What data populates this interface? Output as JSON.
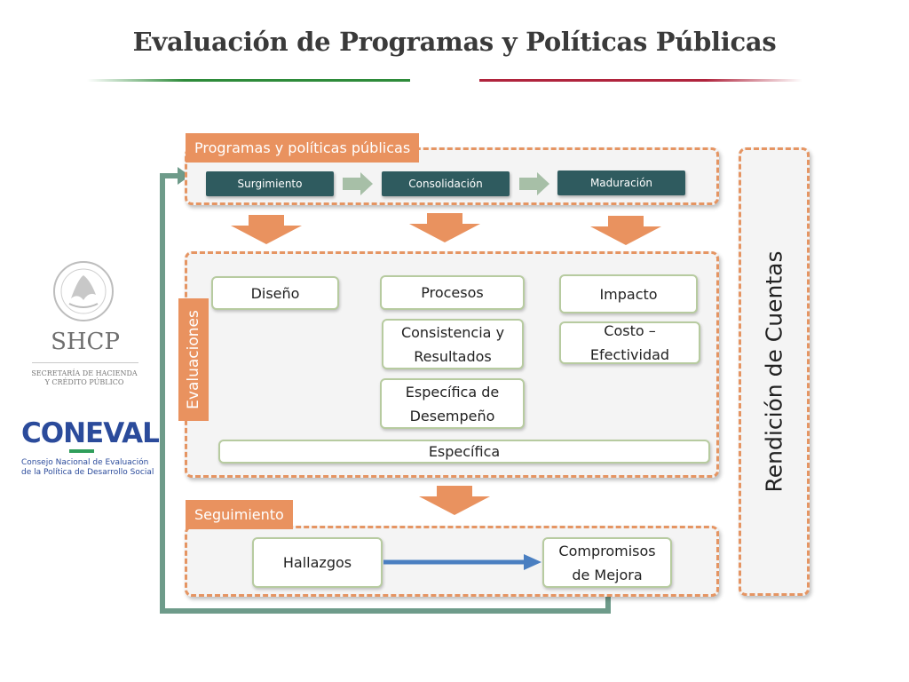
{
  "title": "Evaluación de Programas y Políticas Públicas",
  "colors": {
    "accent_orange": "#e9925f",
    "stage_teal": "#2f5b5f",
    "rule_green": "#2e8b3a",
    "rule_red": "#b0243d",
    "feedback_arrow": "#6e9b8a",
    "flow_arrow_blue": "#4a7fc1"
  },
  "programas": {
    "tab_label": "Programas y políticas públicas",
    "stages": [
      "Surgimiento",
      "Consolidación",
      "Maduración"
    ]
  },
  "evaluaciones": {
    "tab_label": "Evaluaciones",
    "diseno": "Diseño",
    "procesos": "Procesos",
    "consistencia": "Consistencia y Resultados",
    "especifica_desempeno": "Específica de Desempeño",
    "impacto": "Impacto",
    "costo": "Costo – Efectividad",
    "especifica": "Específica"
  },
  "seguimiento": {
    "tab_label": "Seguimiento",
    "hallazgos": "Hallazgos",
    "compromisos": "Compromisos de Mejora"
  },
  "rendicion": "Rendición de Cuentas",
  "logos": {
    "shcp_title": "SHCP",
    "shcp_subtitle_1": "SECRETARÍA DE HACIENDA",
    "shcp_subtitle_2": "Y CRÉDITO PÚBLICO",
    "coneval_title": "CONEVAL",
    "coneval_subtitle_1": "Consejo Nacional de Evaluación",
    "coneval_subtitle_2": "de la Política de Desarrollo Social",
    "seal_icon": "mexican-eagle-seal-icon"
  }
}
